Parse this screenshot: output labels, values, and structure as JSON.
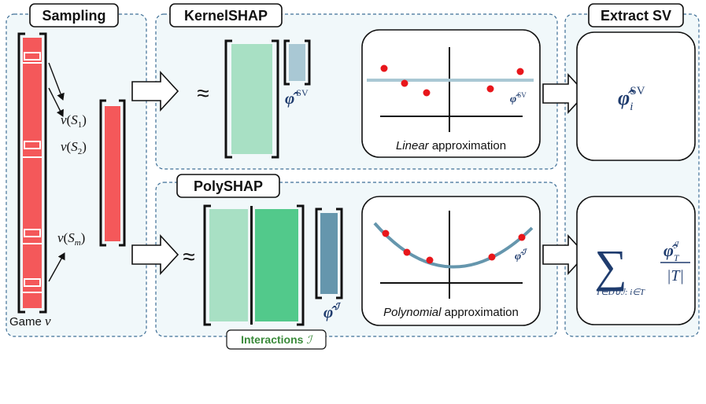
{
  "sections": {
    "sampling": "Sampling",
    "kernelshap": "KernelSHAP",
    "polyshap": "PolySHAP",
    "extract": "Extract SV"
  },
  "game": {
    "label": "Game",
    "symbol": "ν"
  },
  "samples": {
    "v": "ν",
    "s1_letter": "S",
    "s1_sub": "1",
    "s2_letter": "S",
    "s2_sub": "2",
    "sm_letter": "S",
    "sm_sub": "m"
  },
  "approx_symbol": "≈",
  "kernel": {
    "phi_label": "φ̂",
    "phi_sup": "SV",
    "plot_phi": "φ̂",
    "plot_phi_sup": "SV",
    "caption_italic": "Linear",
    "caption_rest": " approximation"
  },
  "poly": {
    "phi_label": "φ̂",
    "phi_sup": "ℐ",
    "plot_phi": "φ̂",
    "plot_phi_sup": "ℐ",
    "caption_italic": "Polynomial",
    "caption_rest": " approximation",
    "interactions_text": "Interactions ",
    "interactions_symbol": "ℐ"
  },
  "extract": {
    "top_phi": "φ̂",
    "top_sub": "i",
    "top_sup": "SV",
    "sum_symbol": "∑",
    "sum_index": "T∈D∪ℐ: i∈T",
    "frac_num": "φ̂",
    "frac_num_sub": "T",
    "frac_num_sup": "ℐ",
    "frac_den": "|T|"
  },
  "colors": {
    "red": "#f4585a",
    "light_green": "#a8e0c4",
    "mid_green": "#52c98b",
    "light_blue": "#a9c8d4",
    "steel_blue": "#6596ad",
    "navy": "#1f3c6e",
    "panel_bg": "#f1f8fa",
    "dash": "#3f6f96",
    "green_text": "#3a8a3a"
  }
}
